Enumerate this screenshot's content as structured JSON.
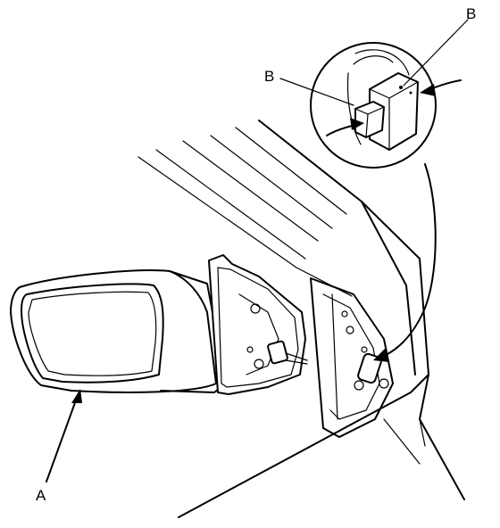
{
  "diagram": {
    "labels": {
      "mirror": "A",
      "connector_tab_left": "B",
      "connector_tab_top": "B"
    },
    "icons": [
      "side-mirror-assembly-icon",
      "door-frame-icon",
      "connector-detail-icon"
    ]
  }
}
